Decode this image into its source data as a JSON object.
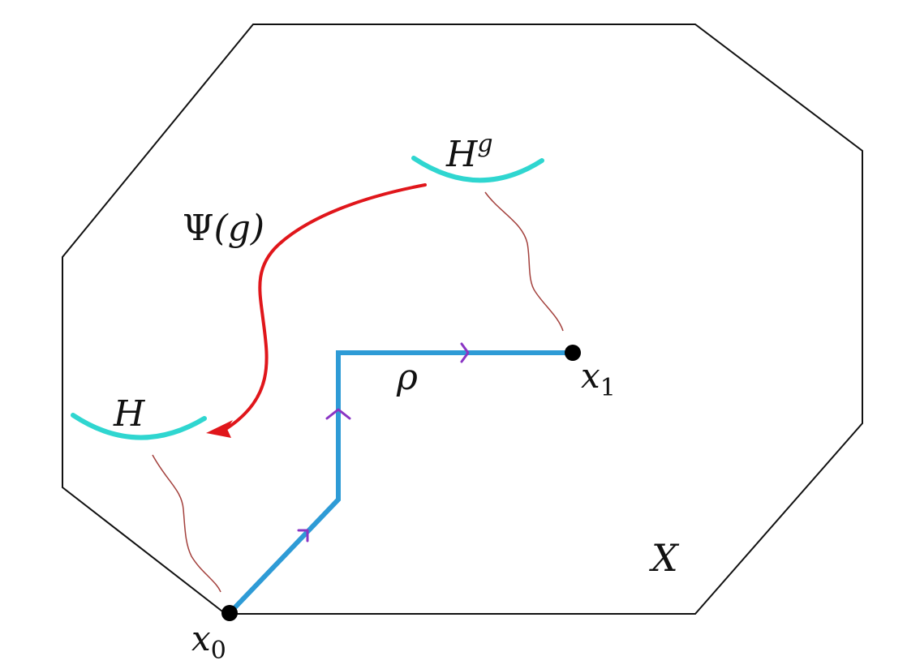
{
  "labels": {
    "space": "X",
    "path": "ρ",
    "start_point": "x",
    "start_point_sub": "0",
    "end_point": "x",
    "end_point_sub": "1",
    "subgroup": "H",
    "conjugate_base": "H",
    "conjugate_exp": "g",
    "map_psi": "Ψ",
    "map_arg": "(g)"
  },
  "colors": {
    "boundary": "#111111",
    "path": "#2e9bd6",
    "arrowhead": "#8a35c4",
    "subgroup": "#2fd6d0",
    "map": "#e0161b",
    "tether": "#a3403c",
    "point": "#000000"
  }
}
